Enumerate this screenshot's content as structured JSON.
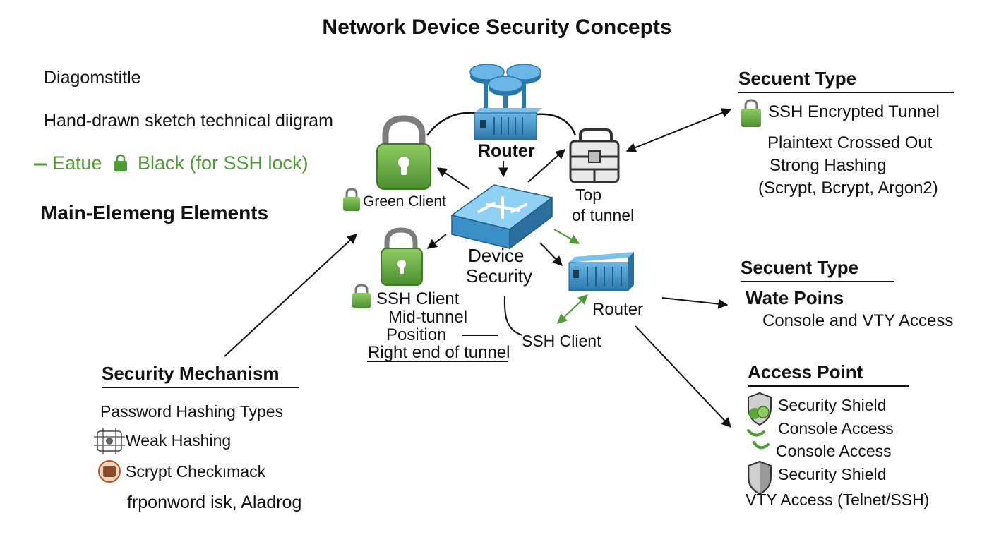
{
  "title": "Network Device Security Concepts",
  "left": {
    "line1": "Diagomstitle",
    "line2": "Hand-drawn sketch technical diigram",
    "legend_eatue": "Eatue",
    "legend_black": "Black (for SSH lock)",
    "main_elements": "Main-Elemeng Elements"
  },
  "center": {
    "router_top": "Router",
    "top_label": "Top",
    "of_tunnel": "of tunnel",
    "green_client": "Green Client",
    "device_security_1": "Device",
    "device_security_2": "Security",
    "ssh_client_left": "SSH Client",
    "mid_tunnel": "Mid-tunnel",
    "position": "Position",
    "right_end": "Right end of tunnel",
    "router_right": "Router",
    "ssh_client_bottom": "SSH Client"
  },
  "right": {
    "type1_heading": "Secuent Type",
    "type1_items": [
      "SSH Encrypted Tunnel",
      "Plaintext Crossed Out",
      "Strong Hashing",
      "(Scrypt, Bcrypt, Argon2)"
    ],
    "type2_heading": "Secuent Type",
    "type2_sub": "Wate Poins",
    "type2_item": "Console and VTY Access",
    "access_heading": "Access Point",
    "access_items": [
      "Security Shield",
      "Console Access",
      "Console Access",
      "Security Shield",
      "VTY Access (Telnet/SSH)"
    ]
  },
  "bottom_left": {
    "heading": "Security Mechanism",
    "items": [
      "Password Hashing Types",
      "Weak Hashing",
      "Scrypt Checkımack",
      "frponword isk, Aladrog"
    ]
  },
  "colors": {
    "green": "#4e9a35",
    "device_blue": "#3a8fc6",
    "arrow": "#111111"
  },
  "icons": [
    "router-icon",
    "switch-icon",
    "padlock-icon",
    "lock-box-icon",
    "shield-icon",
    "badge-icon",
    "hash-icon"
  ]
}
